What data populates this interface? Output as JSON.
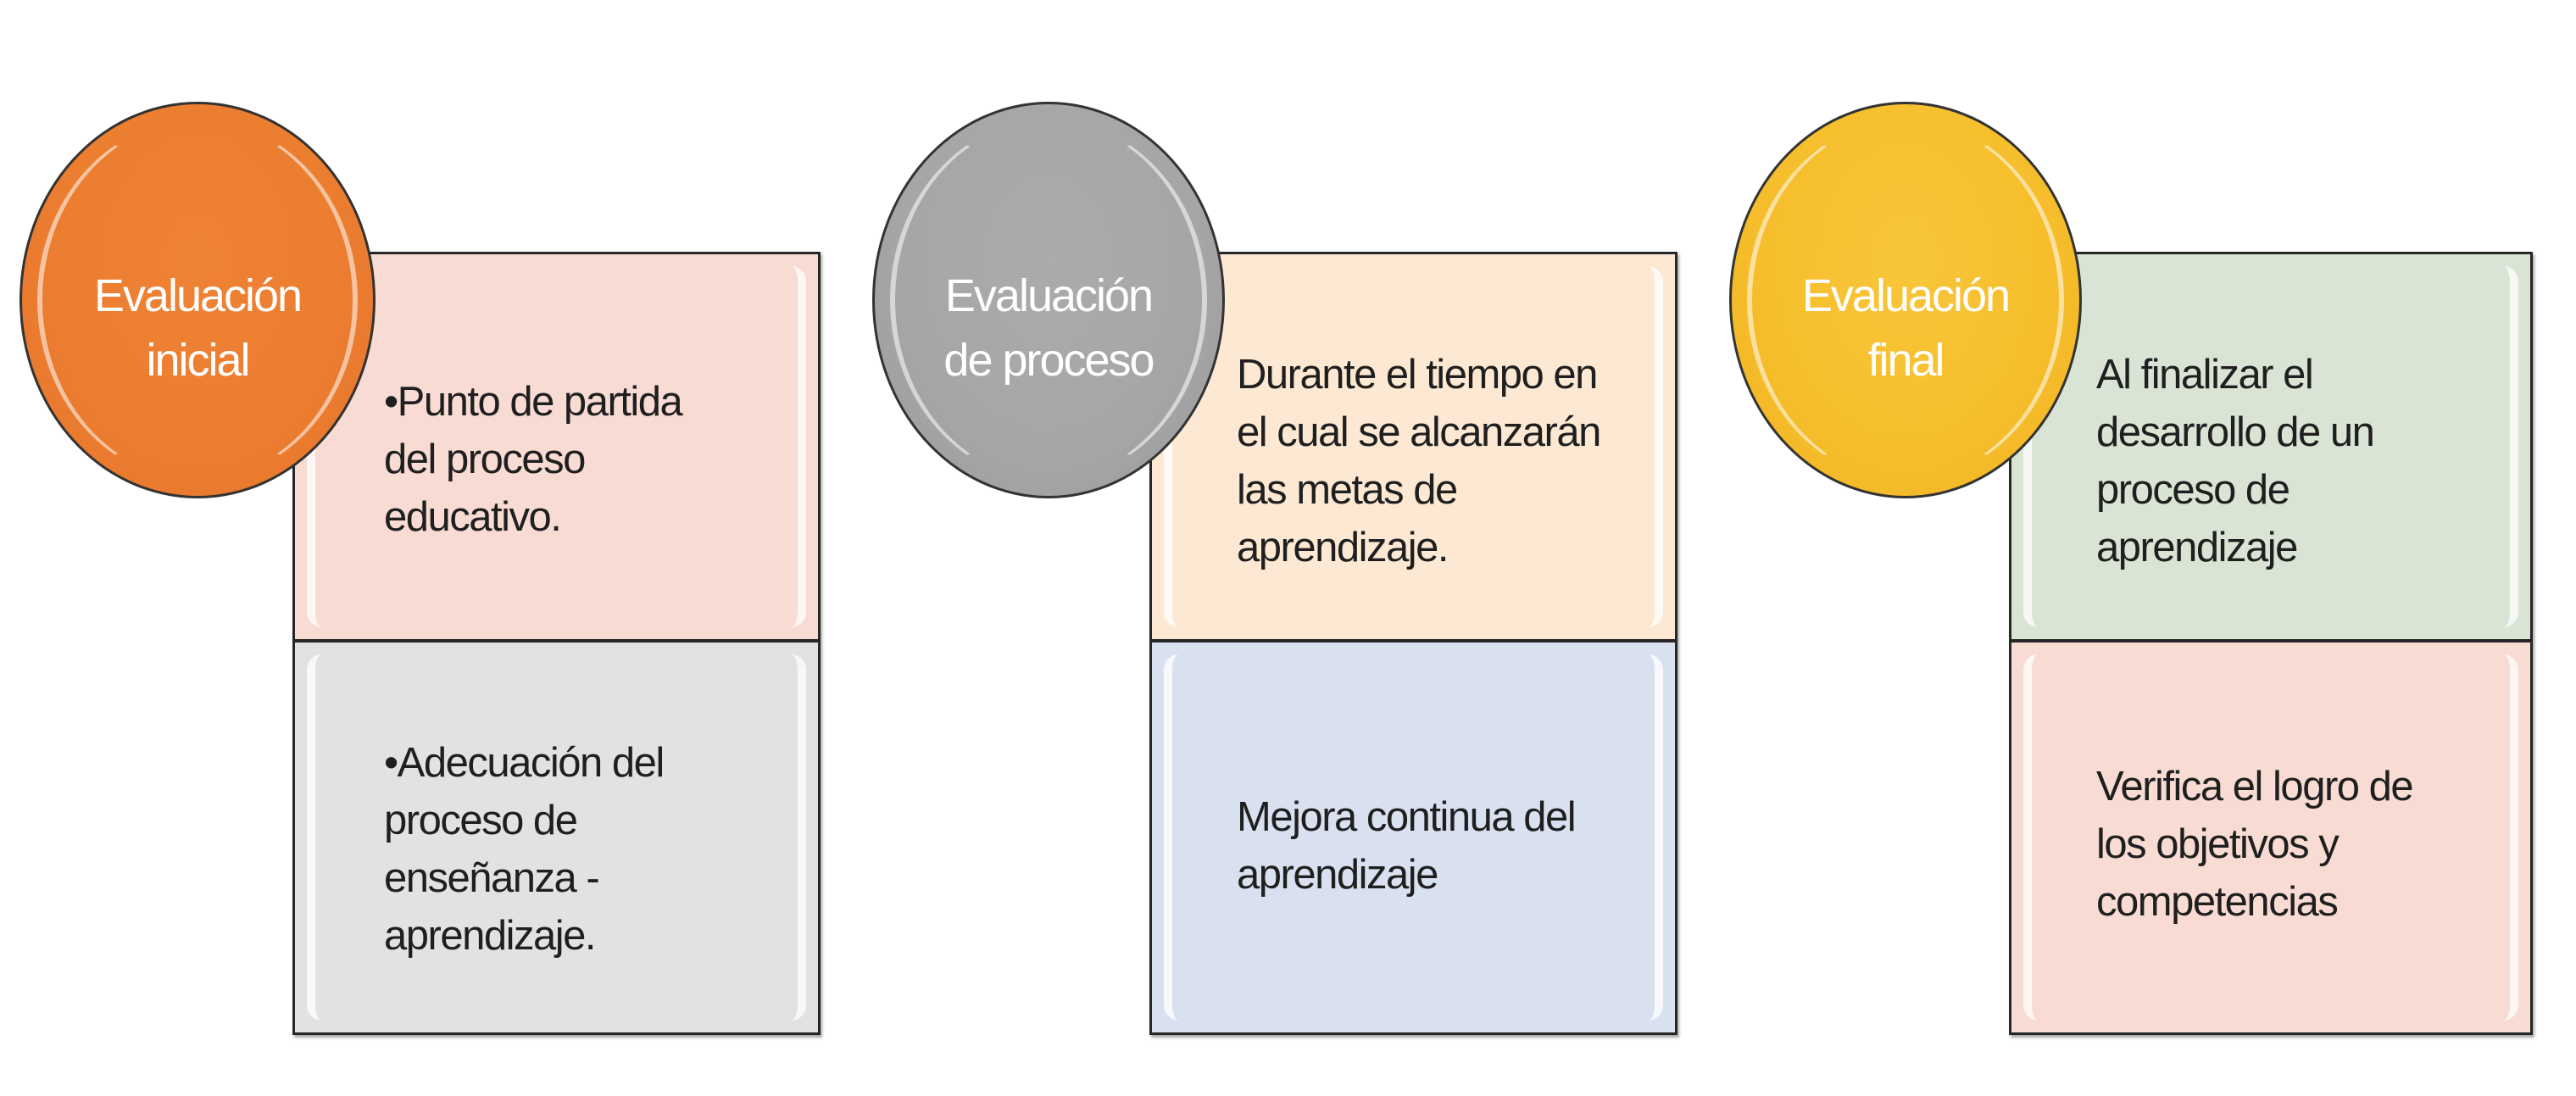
{
  "diagram": {
    "columns": [
      {
        "id": "inicial",
        "circle_label": "Evaluación\ninicial",
        "circle_color": "#EC7D30",
        "top_text": "•Punto de partida\ndel proceso\neducativo.",
        "top_color": "#F8DBD3",
        "bottom_text": "•Adecuación del\nproceso de\nenseñanza -\naprendizaje.",
        "bottom_color": "#E2E2E2"
      },
      {
        "id": "proceso",
        "circle_label": "Evaluación\nde proceso",
        "circle_color": "#A6A6A6",
        "top_text": "Durante el tiempo en\nel cual se alcanzarán\nlas metas de\naprendizaje.",
        "top_color": "#FDE9D3",
        "bottom_text": "Mejora continua del\naprendizaje",
        "bottom_color": "#D9E1F1"
      },
      {
        "id": "final",
        "circle_label": "Evaluación\nfinal",
        "circle_color": "#F6BE2C",
        "top_text": "Al finalizar el\ndesarrollo de un\nproceso de\naprendizaje",
        "top_color": "#D9E4D5",
        "bottom_text": "Verifica el logro de\nlos objetivos y\ncompetencias",
        "bottom_color": "#F8DBD3"
      }
    ]
  }
}
